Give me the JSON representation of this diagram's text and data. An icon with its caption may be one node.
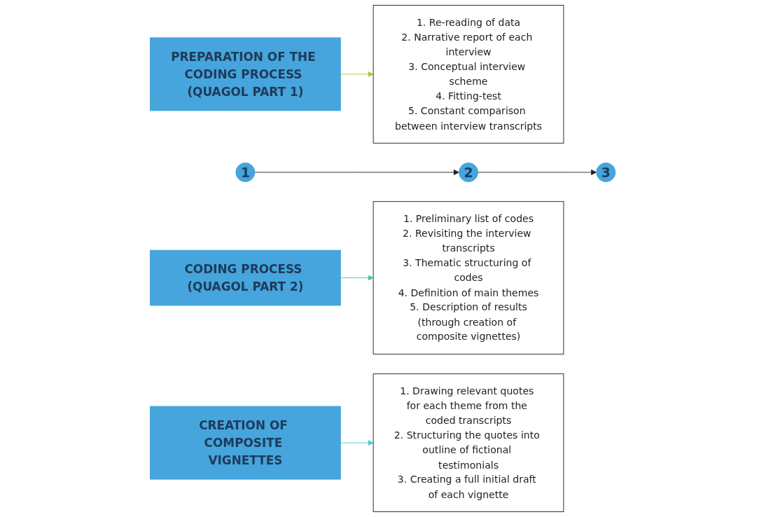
{
  "diagram": {
    "nodes": [
      {
        "text": [
          "1"
        ]
      },
      {
        "text": [
          "PREPARATION OF THE CODING PROCESS (QUAGOL PART 1)"
        ]
      },
      {
        "text": [
          "1. Re-reading of data",
          "2. Narrative report of each interview",
          "3. Conceptual interview scheme",
          "4. Fitting-test",
          "5. Constant comparison between interview transcripts"
        ]
      },
      {
        "text": [
          "2"
        ]
      },
      {
        "text": [
          "CODING PROCESS (QUAGOL PART 2)"
        ]
      },
      {
        "text": [
          "1. Preliminary list of codes",
          "2. Revisiting the interview transcripts",
          "3. Thematic structuring of codes",
          "4. Definition of main themes",
          "5. Description of results",
          "(through creation of composite vignettes)"
        ]
      },
      {
        "text": [
          "3"
        ]
      },
      {
        "text": [
          "CREATION OF COMPOSITE VIGNETTES"
        ]
      },
      {
        "text": [
          "1. Drawing relevant quotes for each theme from the coded transcripts",
          "2. Structuring the quotes into outline of fictional testimonials",
          "3. Creating a full initial draft of each vignette"
        ]
      }
    ],
    "edges": [
      {
        "from": 0,
        "to": 3,
        "arrow": "to",
        "color": "#222222"
      },
      {
        "from": 3,
        "to": 6,
        "arrow": "to",
        "color": "#222222"
      },
      {
        "from": 1,
        "to": 2,
        "arrow": "to",
        "color": "#9ccb3b"
      },
      {
        "from": 4,
        "to": 5,
        "arrow": "to",
        "color": "#4fc3a0"
      },
      {
        "from": 7,
        "to": 8,
        "arrow": "to",
        "color": "#4ec6d8"
      }
    ]
  }
}
